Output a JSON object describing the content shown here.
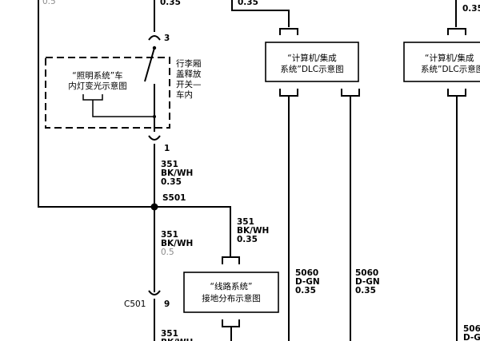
{
  "top_left_wire_size": "0.5",
  "top_wire_left": {
    "size": "0.35"
  },
  "top_wire_mid": {
    "size": "0.35"
  },
  "top_wire_right": {
    "size": "0.35"
  },
  "switch": {
    "pin_top": "3",
    "pin_bottom": "1",
    "label_lines": [
      "行李厢",
      "盖释放",
      "开关—",
      "车内"
    ]
  },
  "dashed_box": {
    "label_line1": "“照明系统”车",
    "label_line2": "内灯变光示意图"
  },
  "wire_351_upper": {
    "circuit": "351",
    "color": "BK/WH",
    "size": "0.35"
  },
  "splice": {
    "name": "S501"
  },
  "wire_351_branch": {
    "circuit": "351",
    "color": "BK/WH",
    "size": "0.35"
  },
  "wire_351_lower": {
    "circuit": "351",
    "color": "BK/WH",
    "size": "0.5"
  },
  "connector_c501": {
    "name": "C501",
    "pin": "9"
  },
  "wire_351_bottom": {
    "circuit": "351",
    "color": "BK/WH"
  },
  "ground_box": {
    "line1": "“线路系统”",
    "line2": "接地分布示意图"
  },
  "dlc_box_1": {
    "line1": "“计算机/集成",
    "line2": "系统”DLC示意图"
  },
  "dlc_box_2": {
    "line1": "“计算机/集成",
    "line2": "系统”DLC示意图"
  },
  "wire_5060_a": {
    "circuit": "5060",
    "color": "D-GN",
    "size": "0.35"
  },
  "wire_5060_b": {
    "circuit": "5060",
    "color": "D-GN",
    "size": "0.35"
  },
  "wire_5060_c": {
    "circuit": "506",
    "color": "D-G"
  }
}
